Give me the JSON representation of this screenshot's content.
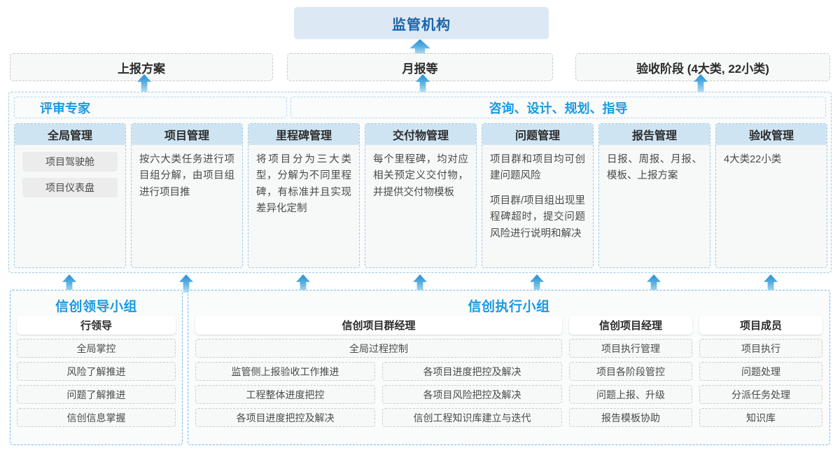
{
  "regulator": {
    "label": "监管机构"
  },
  "reports": [
    {
      "label": "上报方案"
    },
    {
      "label": "月报等"
    },
    {
      "label": "验收阶段 (4大类, 22小类)"
    }
  ],
  "bands": {
    "left": "评审专家",
    "right": "咨询、设计、规划、指导"
  },
  "columns": [
    {
      "title": "全局管理",
      "pills": [
        "项目驾驶舱",
        "项目仪表盘"
      ],
      "paragraphs": []
    },
    {
      "title": "项目管理",
      "pills": [],
      "paragraphs": [
        "按六大类任务进行项目组分解，由项目组进行项目推"
      ]
    },
    {
      "title": "里程碑管理",
      "pills": [],
      "paragraphs": [
        "将项目分为三大类型，分解为不同里程碑，有标准并且实现差异化定制"
      ]
    },
    {
      "title": "交付物管理",
      "pills": [],
      "paragraphs": [
        "每个里程碑，均对应相关预定义交付物，并提供交付物模板"
      ]
    },
    {
      "title": "问题管理",
      "pills": [],
      "paragraphs": [
        "项目群和项目均可创建问题风险",
        "项目群/项目组出现里程碑超时，提交问题风险进行说明和解决"
      ]
    },
    {
      "title": "报告管理",
      "pills": [],
      "paragraphs": [
        "日报、周报、月报、模板、上报方案"
      ]
    },
    {
      "title": "验收管理",
      "pills": [],
      "paragraphs": [
        "4大类22小类"
      ]
    }
  ],
  "leading_group": {
    "title": "信创领导小组",
    "role": "行领导",
    "tasks": [
      "全局掌控",
      "风险了解推进",
      "问题了解推进",
      "信创信息掌握"
    ]
  },
  "execution_group": {
    "title": "信创执行小组",
    "program_manager": {
      "role": "信创项目群经理",
      "full_width_task": "全局过程控制",
      "left_tasks": [
        "监管侧上报验收工作推进",
        "工程整体进度把控",
        "各项目进度把控及解决"
      ],
      "right_tasks": [
        "各项目进度把控及解决",
        "各项目风险把控及解决",
        "信创工程知识库建立与迭代"
      ]
    },
    "project_manager": {
      "role": "信创项目经理",
      "tasks": [
        "项目执行管理",
        "项目各阶段管控",
        "问题上报、升级",
        "报告模板协助"
      ]
    },
    "members": {
      "role": "项目成员",
      "tasks": [
        "项目执行",
        "问题处理",
        "分派任务处理",
        "知识库"
      ]
    }
  },
  "arrows": {
    "to_regulator": "up-arrow-icon",
    "to_reports": "up-arrow-icon",
    "to_columns": "up-arrow-icon"
  },
  "colors": {
    "accent_blue": "#1b9ae0",
    "header_blue": "#cfe4f2",
    "regulator_bg": "#dce9f5",
    "title_blue": "#1b63a8"
  }
}
